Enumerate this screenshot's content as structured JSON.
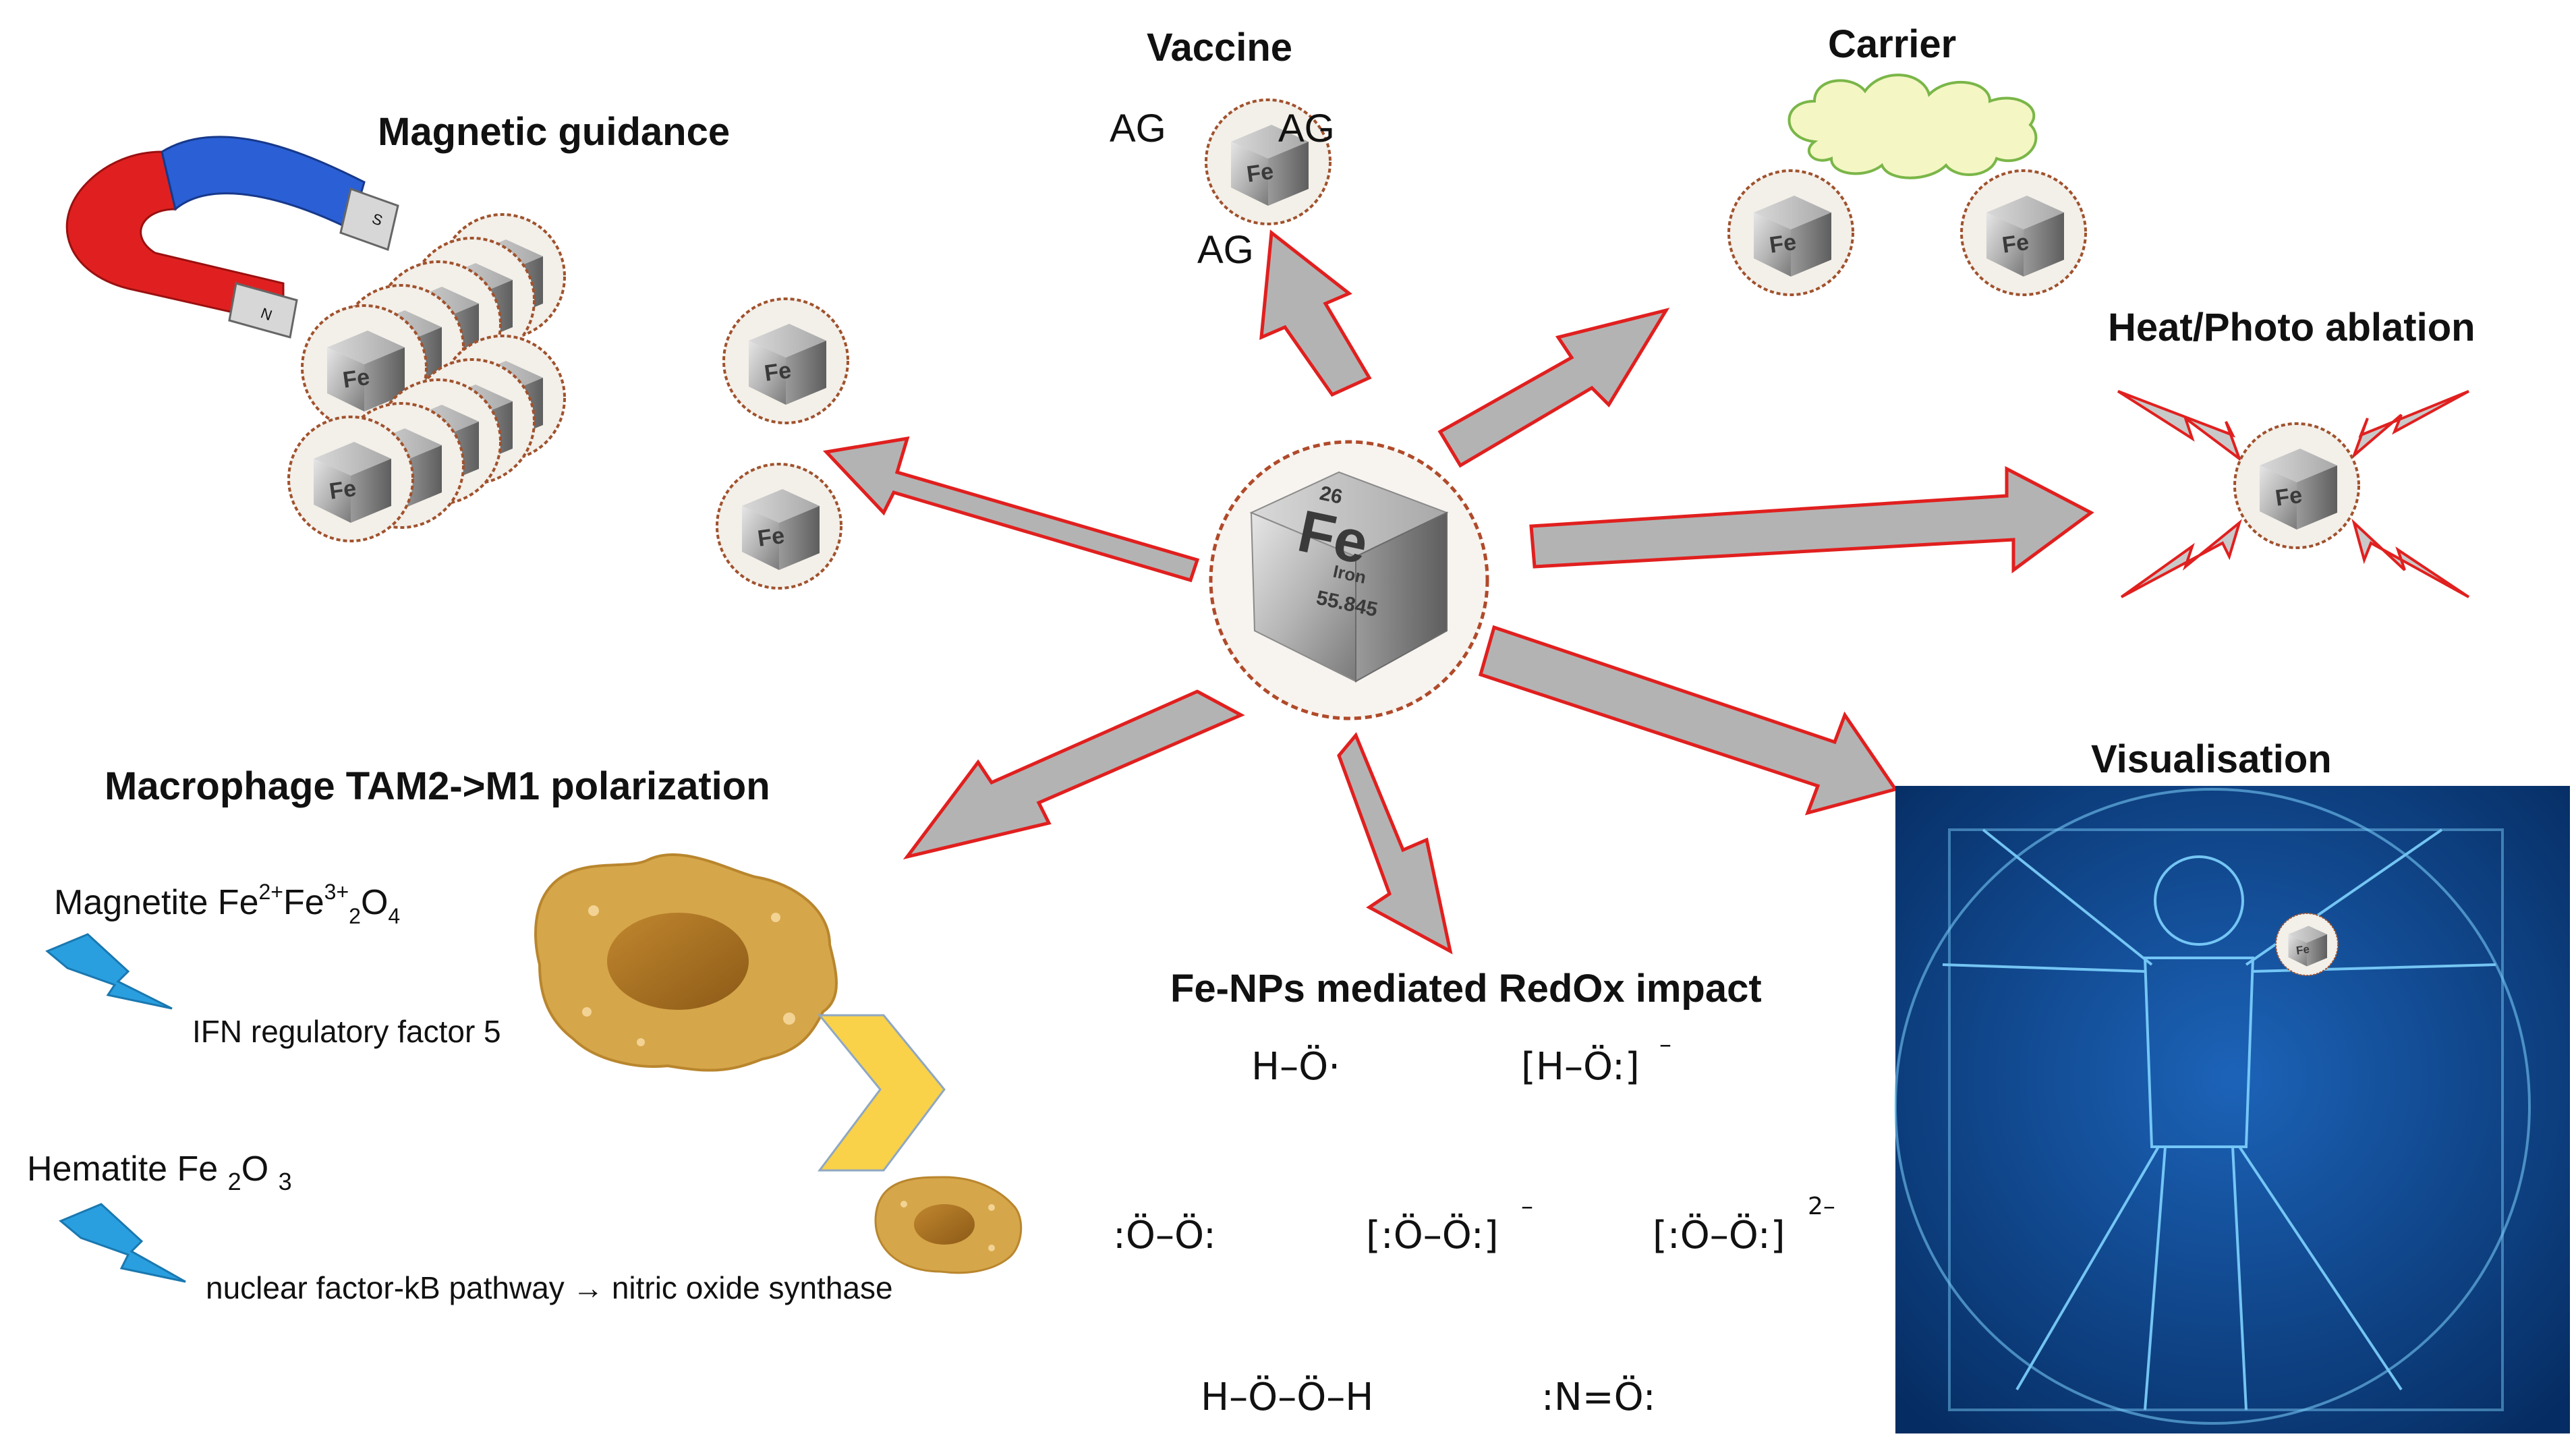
{
  "center": {
    "number": "26",
    "symbol": "Fe",
    "name": "Iron",
    "mass": "55.845"
  },
  "small_cube_symbol": "Fe",
  "labels": {
    "magnetic_guidance": "Magnetic guidance",
    "vaccine": "Vaccine",
    "carrier": "Carrier",
    "heat_photo": "Heat/Photo ablation",
    "visualisation": "Visualisation",
    "redox": "Fe-NPs mediated RedOx impact",
    "macrophage": "Macrophage TAM2->M1 polarization"
  },
  "vaccine_antigens": [
    "AG",
    "AG",
    "AG"
  ],
  "macrophage": {
    "magnetite_prefix": "Magnetite Fe",
    "magnetite_sup1": "2+",
    "magnetite_mid": "Fe",
    "magnetite_sup2": "3+",
    "magnetite_sub1": "2",
    "magnetite_o": "O",
    "magnetite_sub2": "4",
    "ifn": "IFN regulatory factor 5",
    "hematite_prefix": "Hematite Fe ",
    "hematite_sub1": "2",
    "hematite_o": "O ",
    "hematite_sub2": "3",
    "pathway": "nuclear factor-kB pathway",
    "arrow": "→",
    "synthase": "nitric oxide synthase"
  },
  "redox_species": {
    "hydroxyl": "H–Ö·",
    "hydroxide": "[H–Ö:]",
    "hydroxide_charge": "–",
    "oxygen": ":Ö–Ö:",
    "superoxide": "[:Ö–Ö:]",
    "superoxide_charge": "–",
    "peroxide": "[:Ö–Ö:]",
    "peroxide_charge": "2–",
    "h2o2": "H–Ö–Ö–H",
    "no": ":N=Ö:"
  },
  "colors": {
    "arrow_fill": "#b3b3b3",
    "arrow_stroke": "#e0201f",
    "magnet_red": "#e02020",
    "magnet_blue": "#2a5fd6",
    "cloud_fill": "#f4f6c4",
    "cloud_stroke": "#7ab648",
    "macrophage": "#d6a64a",
    "nucleus": "#a56d1f",
    "chevron": "#f9d24a",
    "lightning": "#2a9fe0",
    "blueprint": "#0d3f86"
  }
}
